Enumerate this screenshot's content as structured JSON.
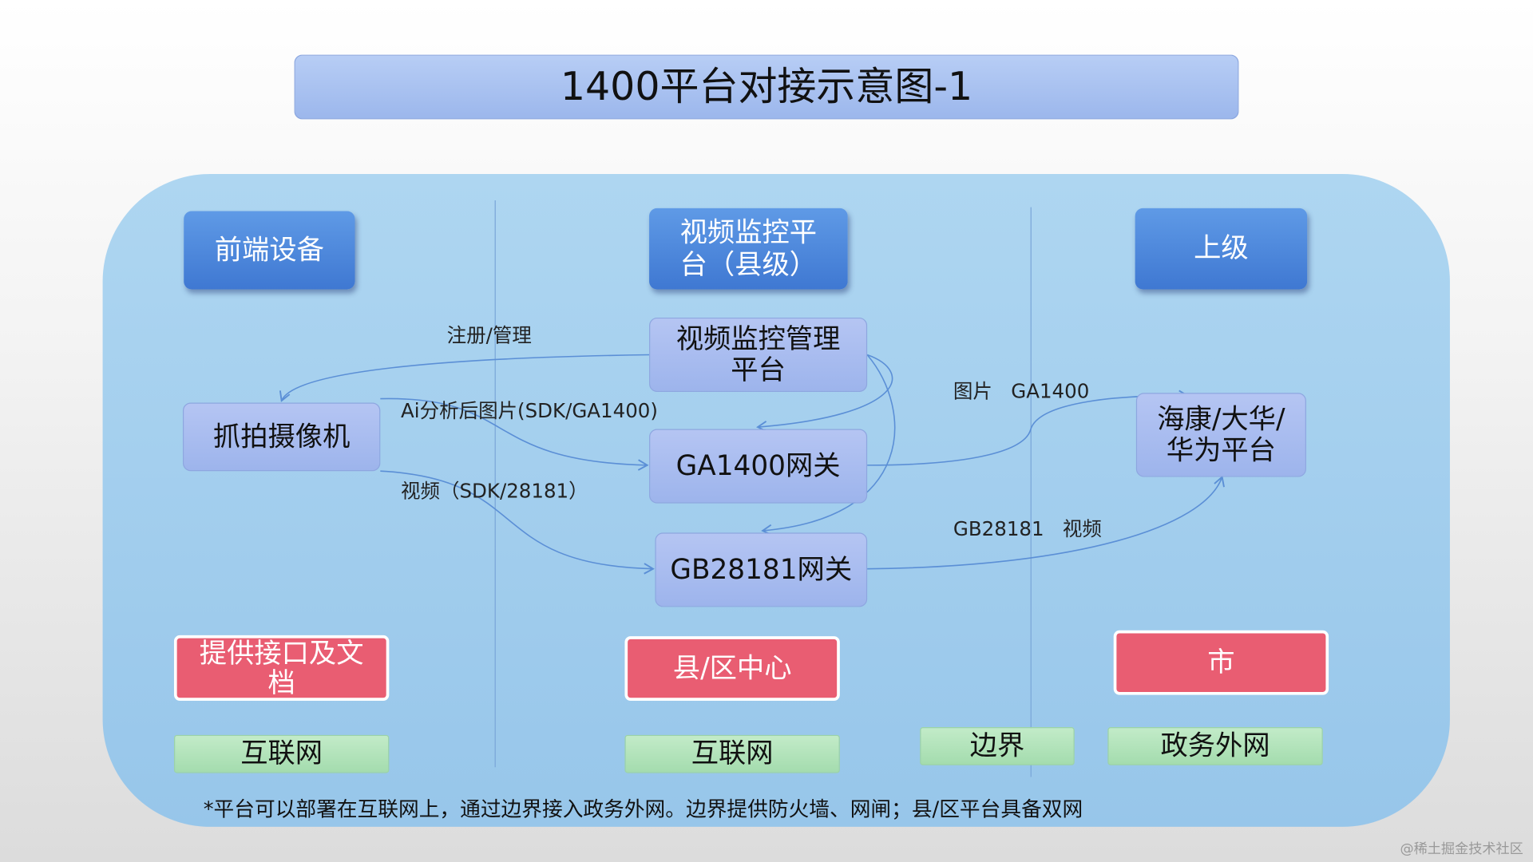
{
  "title": "1400平台对接示意图-1",
  "columns": {
    "front": "前端设备",
    "platform": "视频监控平\n台（县级）",
    "upper": "上级"
  },
  "nodes": {
    "management": "视频监控管理\n平台",
    "camera": "抓拍摄像机",
    "ga1400_gateway": "GA1400网关",
    "gb28181_gateway": "GB28181网关",
    "vendor_platform": "海康/大华/\n华为平台"
  },
  "edge_labels": {
    "register": "注册/管理",
    "ai_image": "Ai分析后图片(SDK/GA1400)",
    "video": "视频（SDK/28181）",
    "image_ga1400": "图片   GA1400",
    "gb28181_video": "GB28181   视频"
  },
  "locations": {
    "front": "提供接口及文\n档",
    "county": "县/区中心",
    "city": "市"
  },
  "networks": {
    "front": "互联网",
    "county": "互联网",
    "border": "边界",
    "gov": "政务外网"
  },
  "footnote": "*平台可以部署在互联网上，通过边界接入政务外网。边界提供防火墙、网闸；县/区平台具备双网",
  "watermark": "@稀土掘金技术社区",
  "colors": {
    "header": "#4a85dc",
    "node": "#a8bbef",
    "location": "#e95d72",
    "network": "#b0e2b8",
    "panel": "#a3cff0",
    "edge": "#5b8fd6"
  }
}
